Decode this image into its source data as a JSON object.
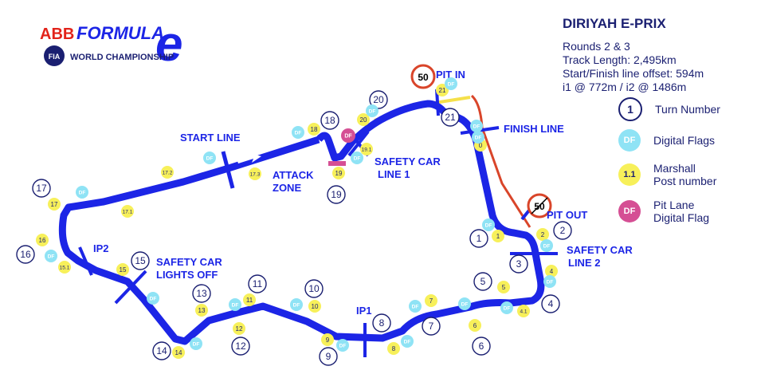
{
  "logo": {
    "abb": "ABB",
    "formula": "FORMULA",
    "e": "e",
    "fia": "FIA",
    "championship": "WORLD CHAMPIONSHIP"
  },
  "event": {
    "title": "DIRIYAH E-PRIX",
    "rounds": "Rounds 2 & 3",
    "track_length": "Track Length: 2,495km",
    "offset": "Start/Finish line offset: 594m",
    "intermediates": "i1 @ 772m / i2 @ 1486m"
  },
  "legend": {
    "turn": {
      "symbol": "1",
      "label": "Turn Number"
    },
    "flags": {
      "symbol": "DF",
      "label": "Digital Flags"
    },
    "marshal": {
      "symbol": "1.1",
      "label_line1": "Marshall",
      "label_line2": "Post number"
    },
    "pitflag": {
      "symbol": "DF",
      "label_line1": "Pit Lane",
      "label_line2": "Digital Flag"
    }
  },
  "labels": {
    "start_line": "START LINE",
    "attack_zone_1": "ATTACK",
    "attack_zone_2": "ZONE",
    "pit_in": "PIT IN",
    "pit_out": "PIT OUT",
    "finish_line": "FINISH LINE",
    "sc_line1_1": "SAFETY CAR",
    "sc_line1_2": "LINE 1",
    "sc_line2_1": "SAFETY CAR",
    "sc_line2_2": "LINE 2",
    "sc_lights_1": "SAFETY CAR",
    "sc_lights_2": "LIGHTS OFF",
    "ip1": "IP1",
    "ip2": "IP2",
    "speed_limit": "50"
  },
  "turns": [
    "1",
    "2",
    "3",
    "4",
    "5",
    "6",
    "7",
    "8",
    "9",
    "10",
    "11",
    "12",
    "13",
    "14",
    "15",
    "16",
    "17",
    "18",
    "19",
    "20",
    "21"
  ],
  "marshal_posts": [
    "0",
    "1",
    "2",
    "4",
    "4.1",
    "5",
    "6",
    "7",
    "8",
    "9",
    "10",
    "11",
    "12",
    "13",
    "14",
    "15",
    "15.1",
    "16",
    "17",
    "17.1",
    "17.2",
    "17.3",
    "18",
    "19",
    "19.1",
    "20",
    "21"
  ],
  "flag_text": "DF",
  "colors": {
    "track": "#1c25e6",
    "navy": "#1a1f71",
    "flag": "#8fe3f5",
    "marshal": "#f7f05a",
    "pitflag": "#d54f94",
    "pitlane_in": "#f5e04a",
    "pitlane_out": "#d9452a",
    "abb_red": "#e2231a"
  }
}
